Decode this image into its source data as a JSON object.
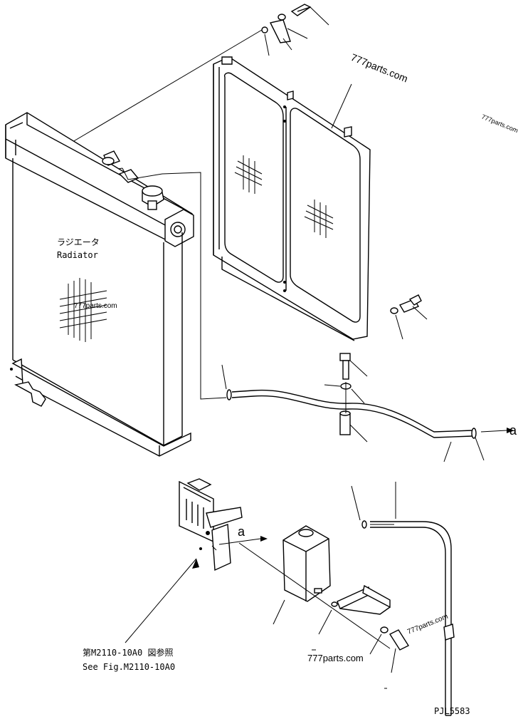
{
  "labels": {
    "radiator_jp": "ラジエータ",
    "radiator_en": "Radiator",
    "see_fig_jp": "第M2110-10A0 図参照",
    "see_fig_en": "See Fig.M2110-10A0",
    "drawing_code": "PJL5583"
  },
  "callouts": {
    "hose_end": "a",
    "bracket": "a"
  },
  "watermarks": [
    "777parts.com",
    "777parts.com",
    "777parts.com",
    "777parts.com",
    "777parts.com"
  ]
}
